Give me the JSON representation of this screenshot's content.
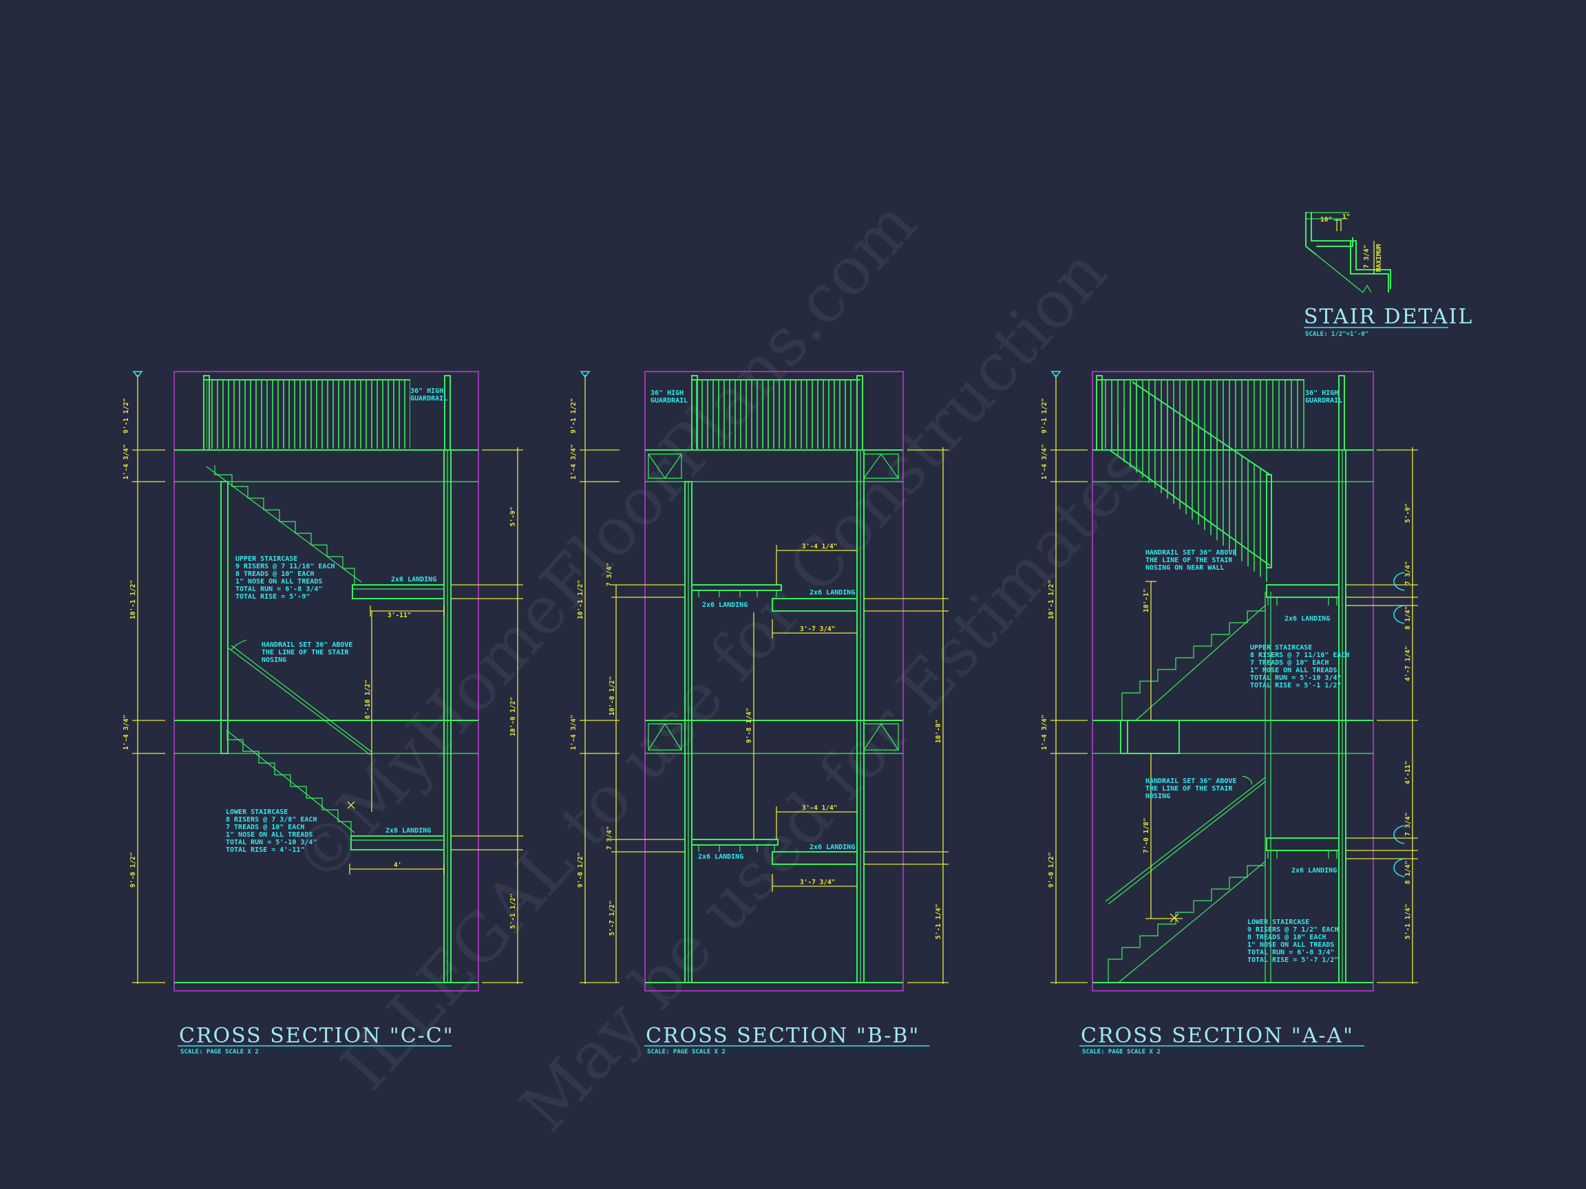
{
  "watermark": {
    "line1": "©MyHomeFloorPlans.com",
    "line2": "ILLEGAL to use for Construction",
    "line3": "May be used for Estimates"
  },
  "stair_detail": {
    "title": "STAIR DETAIL",
    "scale": "SCALE: 1/2\"=1'-0\"",
    "tread_dim": "10\"",
    "nose_dim": "1\"",
    "riser_dim": "7 3/4\"",
    "riser_note": "MAXIMUM"
  },
  "section_cc": {
    "title": "CROSS SECTION \"C-C\"",
    "scale": "SCALE: PAGE SCALE X 2",
    "guardrail": [
      "36\" HIGH",
      "GUARDRAIL"
    ],
    "upper_note": [
      "UPPER STAIRCASE",
      "9 RISERS @ 7 11/16\" EACH",
      "8 TREADS @ 10\" EACH",
      "1\" NOSE ON ALL TREADS",
      "TOTAL RUN = 6'-8 3/4\"",
      "TOTAL RISE = 5'-9\""
    ],
    "handrail_note": [
      "HANDRAIL SET 36\" ABOVE",
      "THE LINE OF THE STAIR",
      "NOSING"
    ],
    "lower_note": [
      "LOWER STAIRCASE",
      "8 RISERS @ 7 3/8\" EACH",
      "7 TREADS @ 10\" EACH",
      "1\" NOSE ON ALL TREADS",
      "TOTAL RUN = 5'-10 3/4\"",
      "TOTAL RISE = 4'-11\""
    ],
    "landing_upper": "2x6 LANDING",
    "landing_lower": "2x6 LANDING",
    "dim_upper_width": "3'-11\"",
    "dim_lower_width": "4'",
    "dim_vertical": "6'-10 1/2\"",
    "left_dims": [
      "9'-1 1/2\"",
      "1'-4 3/4\"",
      "10'-1 1/2\"",
      "1'-4 3/4\"",
      "9'-0 1/2\""
    ],
    "right_dims": [
      "5'-9\"",
      "10'-0 1/2\"",
      "5'-1 1/2\""
    ]
  },
  "section_bb": {
    "title": "CROSS SECTION \"B-B\"",
    "scale": "SCALE: PAGE SCALE X 2",
    "guardrail": [
      "36\" HIGH",
      "GUARDRAIL"
    ],
    "landing_a": "2x6 LANDING",
    "landing_b": "2x6 LANDING",
    "landing_c": "2x6 LANDING",
    "landing_d": "2x6 LANDING",
    "dim_top_a": "3'-4 1/4\"",
    "dim_top_b": "3'-7 3/4\"",
    "dim_bot_a": "3'-4 1/4\"",
    "dim_bot_b": "3'-7 3/4\"",
    "dim_vertical": "9'-8 1/4\"",
    "left_dims": [
      "9'-1 1/2\"",
      "1'-4 3/4\"",
      "10'-1 1/2\"",
      "7 3/4\"",
      "10'-0 1/2\"",
      "1'-4 3/4\"",
      "9'-0 1/2\"",
      "7 3/4\"",
      "5'-7 1/2\""
    ],
    "right_dims": [
      "10'-0\"",
      "5'-1 1/4\""
    ]
  },
  "section_aa": {
    "title": "CROSS SECTION \"A-A\"",
    "scale": "SCALE: PAGE SCALE X 2",
    "guardrail": [
      "36\" HIGH",
      "GUARDRAIL"
    ],
    "handrail_upper": [
      "HANDRAIL SET 36\" ABOVE",
      "THE LINE OF THE STAIR",
      "NOSING ON NEAR WALL"
    ],
    "upper_note": [
      "UPPER STAIRCASE",
      "8 RISERS @ 7 11/16\" EACH",
      "7 TREADS @ 10\" EACH",
      "1\" NOSE ON ALL TREADS",
      "TOTAL RUN = 5'-10 3/4\"",
      "TOTAL RISE = 5'-1 1/2\""
    ],
    "handrail_lower": [
      "HANDRAIL SET 36\" ABOVE",
      "THE LINE OF THE STAIR",
      "NOSING"
    ],
    "lower_note": [
      "LOWER STAIRCASE",
      "9 RISERS @ 7 1/2\" EACH",
      "8 TREADS @ 10\" EACH",
      "1\" NOSE ON ALL TREADS",
      "TOTAL RUN = 6'-8 3/4\"",
      "TOTAL RISE = 5'-7 1/2\""
    ],
    "landing_upper": "2x6 LANDING",
    "landing_lower": "2x6 LANDING",
    "dim_v1": "10'-1\"",
    "dim_v2": "7'-0 1/8\"",
    "left_dims": [
      "9'-1 1/2\"",
      "1'-4 3/4\"",
      "10'-1 1/2\"",
      "1'-4 3/4\"",
      "9'-0 1/2\""
    ],
    "right_dims": [
      "5'-9\"",
      "7 3/4\"",
      "8 1/4\"",
      "4'-7 1/4\"",
      "4'-11\"",
      "7 3/4\"",
      "8 1/4\"",
      "5'-1 1/4\""
    ]
  }
}
